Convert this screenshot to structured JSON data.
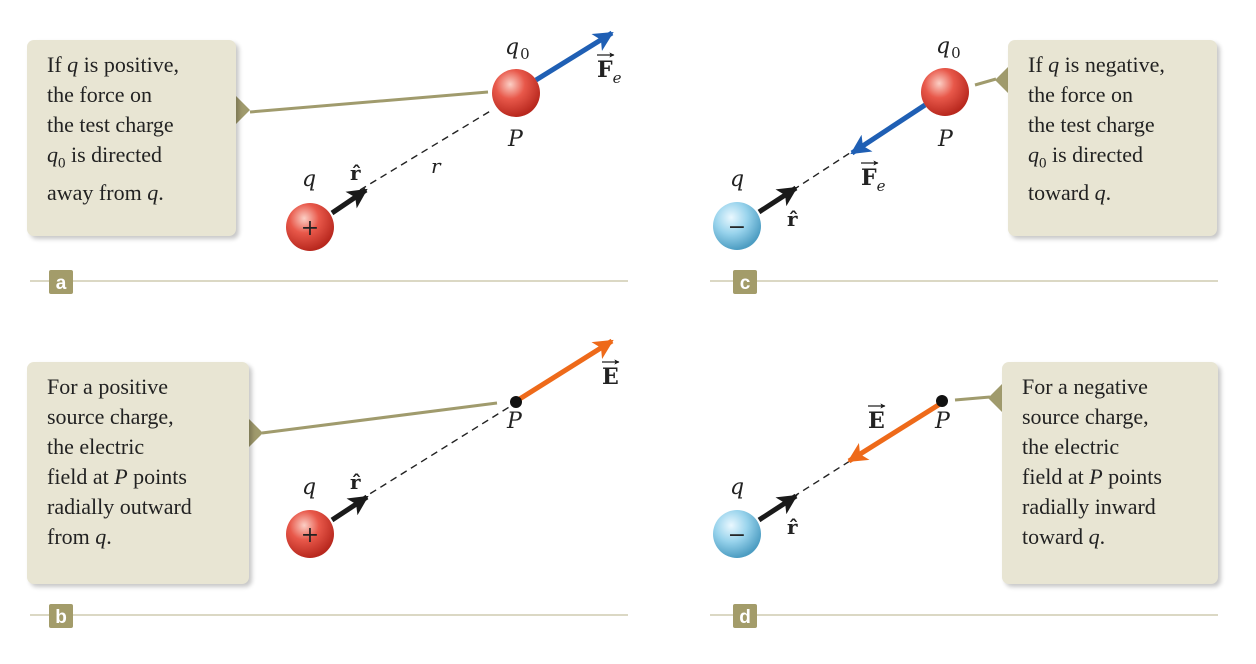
{
  "panels": {
    "a": {
      "tag": "a",
      "caption": [
        "If ",
        "q",
        " is positive,",
        "the force on",
        "the test charge",
        "q",
        "0",
        " is directed",
        "away from ",
        "q",
        "."
      ],
      "labels": {
        "q": "q",
        "unit": "r̂",
        "r": "r",
        "q0": "q",
        "q0_sub": "0",
        "p": "P",
        "force": "F",
        "force_sub": "e",
        "sign": "+"
      }
    },
    "b": {
      "tag": "b",
      "caption": [
        "For a positive",
        "source charge,",
        "the electric",
        "field at ",
        "P",
        " points",
        "radially outward",
        "from ",
        "q",
        "."
      ],
      "labels": {
        "q": "q",
        "unit": "r̂",
        "p": "P",
        "field": "E",
        "sign": "+"
      }
    },
    "c": {
      "tag": "c",
      "caption": [
        "If ",
        "q",
        " is negative,",
        "the force on",
        "the test charge",
        "q",
        "0",
        " is directed",
        "toward ",
        "q",
        "."
      ],
      "labels": {
        "q": "q",
        "unit": "r̂",
        "q0": "q",
        "q0_sub": "0",
        "p": "P",
        "force": "F",
        "force_sub": "e",
        "sign": "−"
      }
    },
    "d": {
      "tag": "d",
      "caption": [
        "For a negative",
        "source charge,",
        "the electric",
        "field at ",
        "P",
        " points",
        "radially inward",
        "toward ",
        "q",
        "."
      ],
      "labels": {
        "q": "q",
        "unit": "r̂",
        "p": "P",
        "field": "E",
        "sign": "−"
      }
    }
  },
  "colors": {
    "force_arrow": "#1f5fb4",
    "field_arrow": "#ee6a1a",
    "unit_arrow": "#1a1a1a",
    "positive_charge": "#e04c40",
    "negative_charge": "#8fcfe9",
    "caption_bg": "#e8e5d3",
    "tag_bg": "#a39c6a",
    "leader": "#a09b6d",
    "rule": "#cfcbb0"
  }
}
